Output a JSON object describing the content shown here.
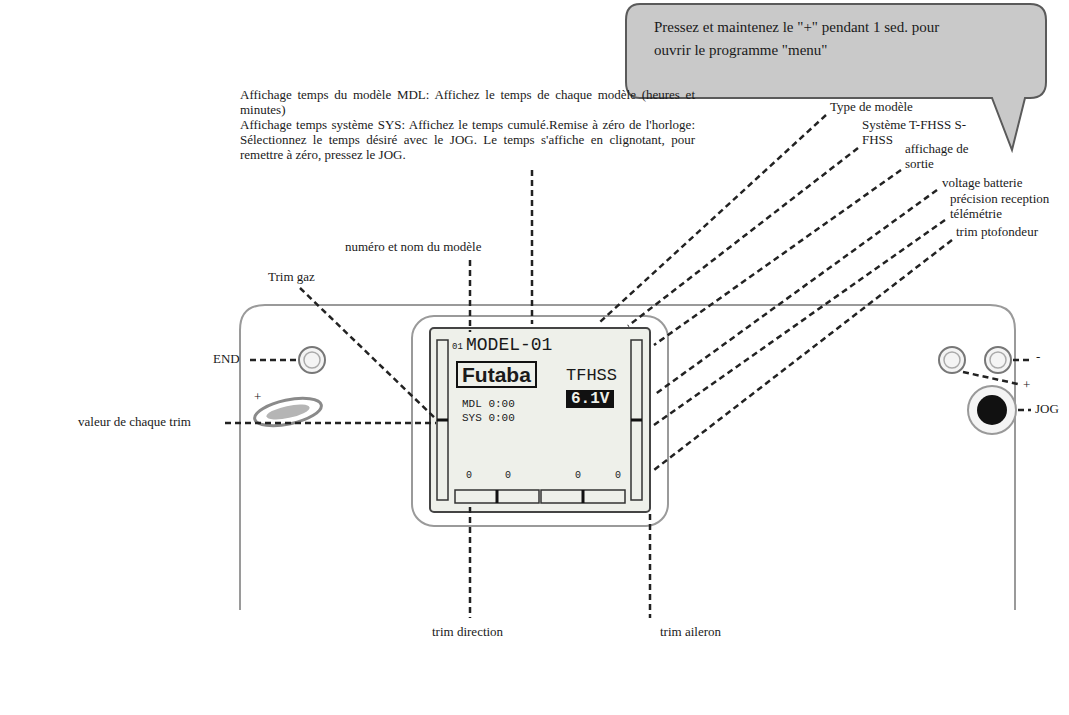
{
  "diagram": {
    "nodes": [
      {
        "text": [
          "Pressez et maintenez le \"+\" pendant 1 sed. pour ouvrir le programme \"menu\""
        ]
      }
    ],
    "labels": [
      "Affichage temps du modèle MDL: Affichez le temps de chaque modèle (heures et minutes)",
      "Affichage temps système SYS: Affichez le temps cumulé.Remise à zéro de l'horloge: Sélectionnez le temps désiré avec le JOG. Le temps s'affiche en clignotant, pour remettre à zéro, pressez le JOG.",
      "Type de modèle",
      "Système T-FHSS S-FHSS",
      "affichage de sortie",
      "voltage batterie",
      "précision reception télémétrie",
      "trim ptofondeur",
      "numéro et nom du modèle",
      "Trim gaz",
      "END",
      "-",
      "+",
      "JOG",
      "+",
      "valeur de chaque trim",
      "trim direction",
      "trim aileron",
      "01",
      "MODEL-01",
      "Futaba",
      "TFHSS",
      "6.1V",
      "MDL 0:00",
      "SYS 0:00",
      "0",
      "0",
      "0",
      "0"
    ]
  }
}
